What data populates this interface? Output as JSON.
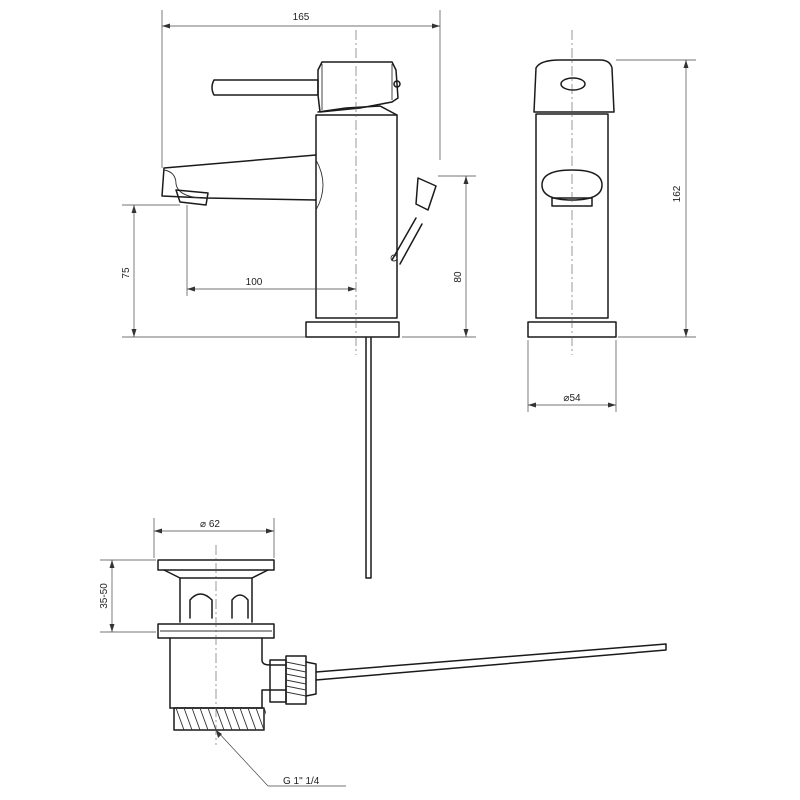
{
  "dimensions": {
    "overall_length": "165",
    "overall_height": "162",
    "spout_height": "75",
    "spout_reach": "100",
    "body_height": "80",
    "base_diameter": "⌀54",
    "flange_diameter": "⌀ 62",
    "plug_lift": "35-50",
    "thread": "G 1\" 1/4"
  },
  "colors": {
    "line": "#1a1a1a",
    "dimension": "#444444",
    "background": "#ffffff"
  }
}
